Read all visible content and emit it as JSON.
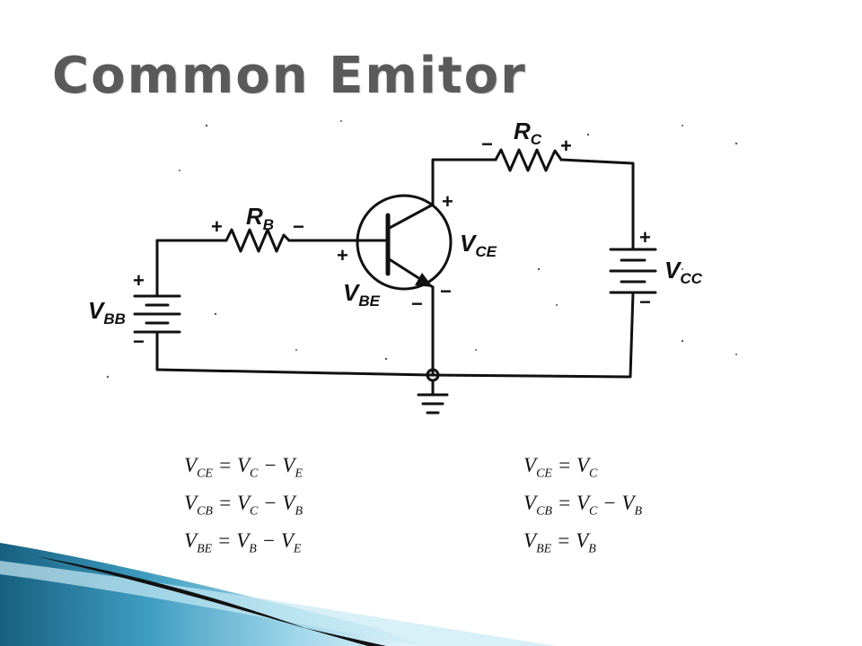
{
  "slide": {
    "title": "Common Emitor"
  },
  "circuit": {
    "labels": {
      "rb": {
        "main": "R",
        "sub": "B"
      },
      "rc": {
        "main": "R",
        "sub": "C"
      },
      "vce": {
        "main": "V",
        "sub": "CE"
      },
      "vbe": {
        "main": "V",
        "sub": "BE"
      },
      "vbb": {
        "main": "V",
        "sub": "BB"
      },
      "vcc": {
        "main": "V",
        "sub": "CC"
      }
    },
    "signs": {
      "plus": "+",
      "minus": "−"
    }
  },
  "equations": {
    "left": [
      {
        "lhs": "V",
        "lhs_sub": "CE",
        "op": " = ",
        "a": "V",
        "a_sub": "C",
        "minus": " − ",
        "b": "V",
        "b_sub": "E"
      },
      {
        "lhs": "V",
        "lhs_sub": "CB",
        "op": " = ",
        "a": "V",
        "a_sub": "C",
        "minus": " − ",
        "b": "V",
        "b_sub": "B"
      },
      {
        "lhs": "V",
        "lhs_sub": "BE",
        "op": " = ",
        "a": "V",
        "a_sub": "B",
        "minus": " − ",
        "b": "V",
        "b_sub": "E"
      }
    ],
    "right": [
      {
        "lhs": "V",
        "lhs_sub": "CE",
        "op": " = ",
        "a": "V",
        "a_sub": "C"
      },
      {
        "lhs": "V",
        "lhs_sub": "CB",
        "op": " = ",
        "a": "V",
        "a_sub": "C",
        "minus": " − ",
        "b": "V",
        "b_sub": "B"
      },
      {
        "lhs": "V",
        "lhs_sub": "BE",
        "op": " = ",
        "a": "V",
        "a_sub": "B"
      }
    ]
  },
  "colors": {
    "title": "#5a5a5a",
    "accent_dark": "#1d5f7a",
    "accent_light": "#7cc6e0"
  }
}
